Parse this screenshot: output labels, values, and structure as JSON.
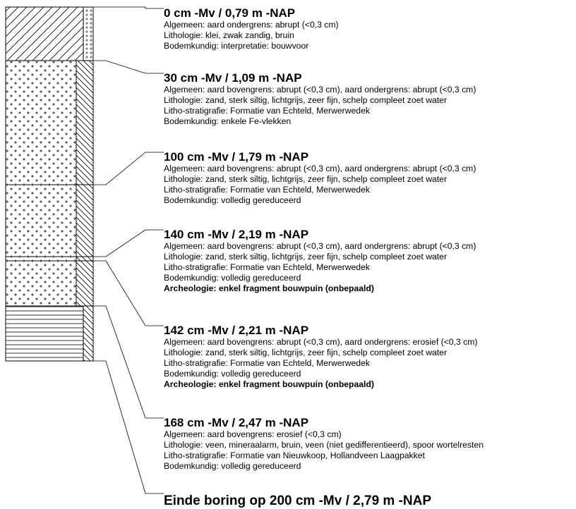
{
  "layers": [
    {
      "heading": "0 cm -Mv / 0,79 m -NAP",
      "lines": [
        "Algemeen: aard ondergrens: abrupt (<0,3 cm)",
        "Lithologie: klei, zwak zandig, bruin",
        "Bodemkundig: interpretatie: bouwvoor"
      ],
      "bold_lines": []
    },
    {
      "heading": "30 cm -Mv / 1,09 m -NAP",
      "lines": [
        "Algemeen: aard bovengrens: abrupt (<0,3 cm), aard ondergrens: abrupt (<0,3 cm)",
        "Lithologie: zand, sterk siltig, lichtgrijs, zeer fijn, schelp compleet zoet water",
        "Litho-stratigrafie: Formatie van Echteld, Merwerwedek",
        "Bodemkundig: enkele Fe-vlekken"
      ],
      "bold_lines": []
    },
    {
      "heading": "100 cm -Mv / 1,79 m -NAP",
      "lines": [
        "Algemeen: aard bovengrens: abrupt (<0,3 cm), aard ondergrens: abrupt (<0,3 cm)",
        "Lithologie: zand, sterk siltig, lichtgrijs, zeer fijn, schelp compleet zoet water",
        "Litho-stratigrafie: Formatie van Echteld, Merwerwedek",
        "Bodemkundig: volledig gereduceerd"
      ],
      "bold_lines": []
    },
    {
      "heading": "140 cm -Mv / 2,19 m -NAP",
      "lines": [
        "Algemeen: aard bovengrens: abrupt (<0,3 cm), aard ondergrens: abrupt (<0,3 cm)",
        "Lithologie: zand, sterk siltig, lichtgrijs, zeer fijn, schelp compleet zoet water",
        "Litho-stratigrafie: Formatie van Echteld, Merwerwedek",
        "Bodemkundig: volledig gereduceerd"
      ],
      "bold_lines": [
        "Archeologie: enkel fragment bouwpuin (onbepaald)"
      ]
    },
    {
      "heading": "142 cm -Mv / 2,21 m -NAP",
      "lines": [
        "Algemeen: aard bovengrens: abrupt (<0,3 cm), aard ondergrens: erosief (<0,3 cm)",
        "Lithologie: zand, sterk siltig, lichtgrijs, zeer fijn, schelp compleet zoet water",
        "Litho-stratigrafie: Formatie van Echteld, Merwerwedek",
        "Bodemkundig: volledig gereduceerd"
      ],
      "bold_lines": [
        "Archeologie: enkel fragment bouwpuin (onbepaald)"
      ]
    },
    {
      "heading": "168 cm -Mv / 2,47 m -NAP",
      "lines": [
        "Algemeen: aard bovengrens: erosief (<0,3 cm)",
        "Lithologie: veen, mineraalarm, bruin, veen (niet gedifferentieerd), spoor wortelresten",
        "Litho-stratigrafie: Formatie van Nieuwkoop, Hollandveen Laagpakket",
        "Bodemkundig: volledig gereduceerd"
      ],
      "bold_lines": []
    }
  ],
  "end": "Einde boring op 200 cm -Mv / 2,79 m -NAP",
  "colors": {
    "line": "#000000",
    "background": "#ffffff"
  }
}
